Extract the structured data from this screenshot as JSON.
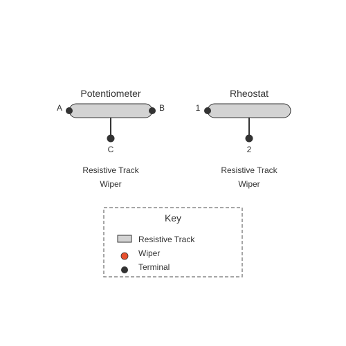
{
  "potentiometer": {
    "title": "Potentiometer",
    "terminal_left": "A",
    "terminal_right": "B",
    "terminal_wiper": "C",
    "caption_track": "Resistive Track",
    "caption_wiper": "Wiper"
  },
  "rheostat": {
    "title": "Rheostat",
    "terminal_left": "1",
    "terminal_wiper": "2",
    "caption_track": "Resistive Track",
    "caption_wiper": "Wiper"
  },
  "key": {
    "title": "Key",
    "items": [
      {
        "label": "Resistive Track",
        "symbol": "track"
      },
      {
        "label": "Wiper",
        "symbol": "wiper"
      },
      {
        "label": "Terminal",
        "symbol": "terminal"
      }
    ]
  },
  "colors": {
    "track_fill": "#d3d3d3",
    "outline": "#333333",
    "terminal": "#333333",
    "wiper": "#e8502e",
    "key_border": "#888888"
  }
}
